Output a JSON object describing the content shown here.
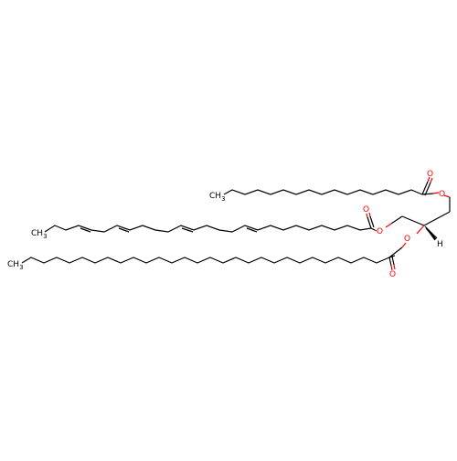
{
  "molecule": {
    "atom_labels": {
      "ch3_top": "CH",
      "ch3_top_sub": "3",
      "ch3_mid": "CH",
      "ch3_mid_sub": "3",
      "ch3_bot": "CH",
      "ch3_bot_sub": "3",
      "o_carbonyl_top": "O",
      "o_ester_top": "O",
      "o_carbonyl_mid": "O",
      "o_ester_mid": "O",
      "o_ester_bot": "O",
      "o_carbonyl_bot": "O",
      "h_stereo": "H"
    },
    "colors": {
      "bond": "#000000",
      "oxygen": "#ff0000",
      "hetero_text": "#ff0000",
      "carbon_text": "#000000"
    }
  }
}
